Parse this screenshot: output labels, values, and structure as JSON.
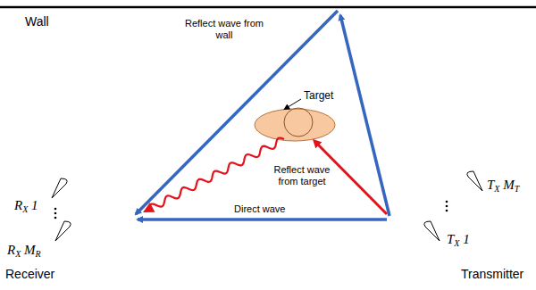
{
  "diagram": {
    "labels": [
      "Wall",
      "Reflect wave from wall",
      "Target",
      "Reflect wave from target",
      "Direct wave",
      "RX 1",
      "RX MR",
      "Receiver",
      "TX MT",
      "TX 1",
      "Transmitter"
    ]
  }
}
